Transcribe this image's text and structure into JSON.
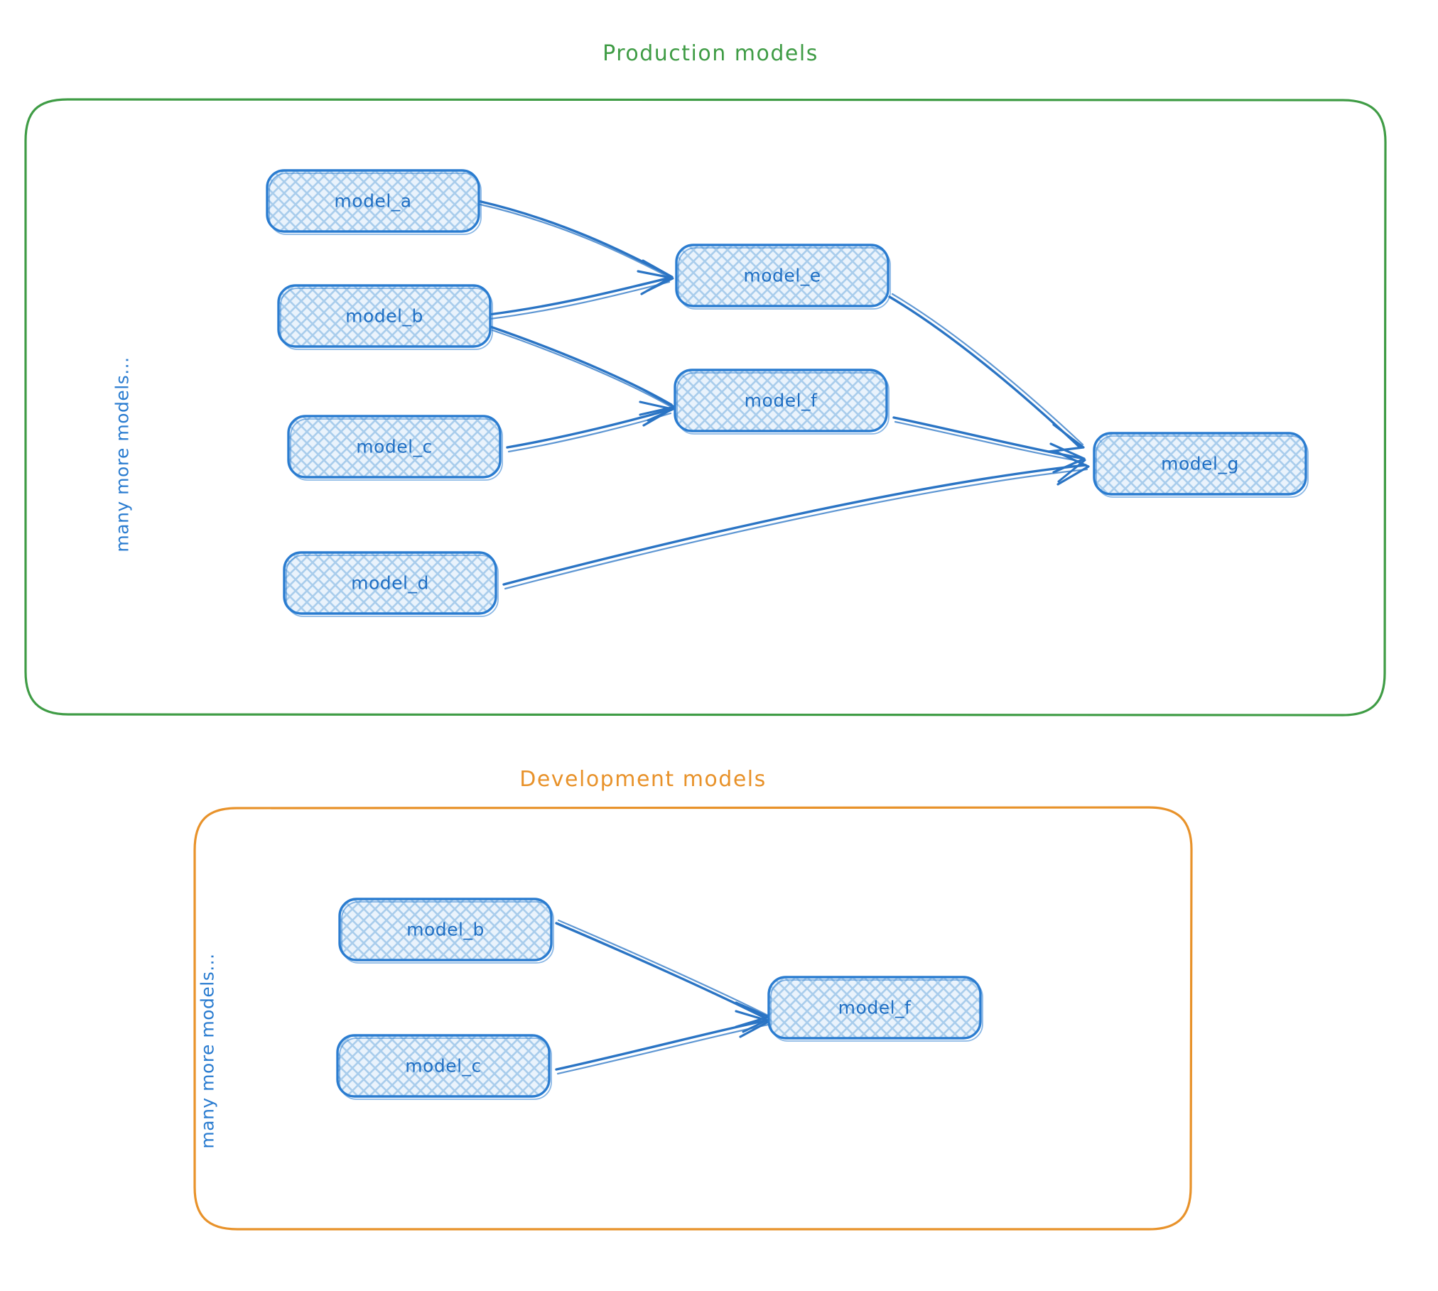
{
  "diagram": {
    "title_groups": [
      {
        "id": "production",
        "label": "Production models",
        "color": "#3f9c45"
      },
      {
        "id": "development",
        "label": "Development models",
        "color": "#e8922a"
      }
    ],
    "side_note": "many more models...",
    "node_fill": "#d6e8f8",
    "node_stroke": "#2a7cd0",
    "edge_color": "#2a74c4"
  },
  "production": {
    "title": "Production models",
    "border_color": "#3f9c45",
    "side_note": "many more models...",
    "nodes": [
      {
        "id": "model_a",
        "label": "model_a"
      },
      {
        "id": "model_b",
        "label": "model_b"
      },
      {
        "id": "model_c",
        "label": "model_c"
      },
      {
        "id": "model_d",
        "label": "model_d"
      },
      {
        "id": "model_e",
        "label": "model_e"
      },
      {
        "id": "model_f",
        "label": "model_f"
      },
      {
        "id": "model_g",
        "label": "model_g"
      }
    ],
    "edges": [
      {
        "from": "model_a",
        "to": "model_e"
      },
      {
        "from": "model_b",
        "to": "model_e"
      },
      {
        "from": "model_b",
        "to": "model_f"
      },
      {
        "from": "model_c",
        "to": "model_f"
      },
      {
        "from": "model_d",
        "to": "model_g"
      },
      {
        "from": "model_e",
        "to": "model_g"
      },
      {
        "from": "model_f",
        "to": "model_g"
      }
    ]
  },
  "development": {
    "title": "Development models",
    "border_color": "#e8922a",
    "side_note": "many more models...",
    "nodes": [
      {
        "id": "model_b",
        "label": "model_b"
      },
      {
        "id": "model_c",
        "label": "model_c"
      },
      {
        "id": "model_f",
        "label": "model_f"
      }
    ],
    "edges": [
      {
        "from": "model_b",
        "to": "model_f"
      },
      {
        "from": "model_c",
        "to": "model_f"
      }
    ]
  }
}
